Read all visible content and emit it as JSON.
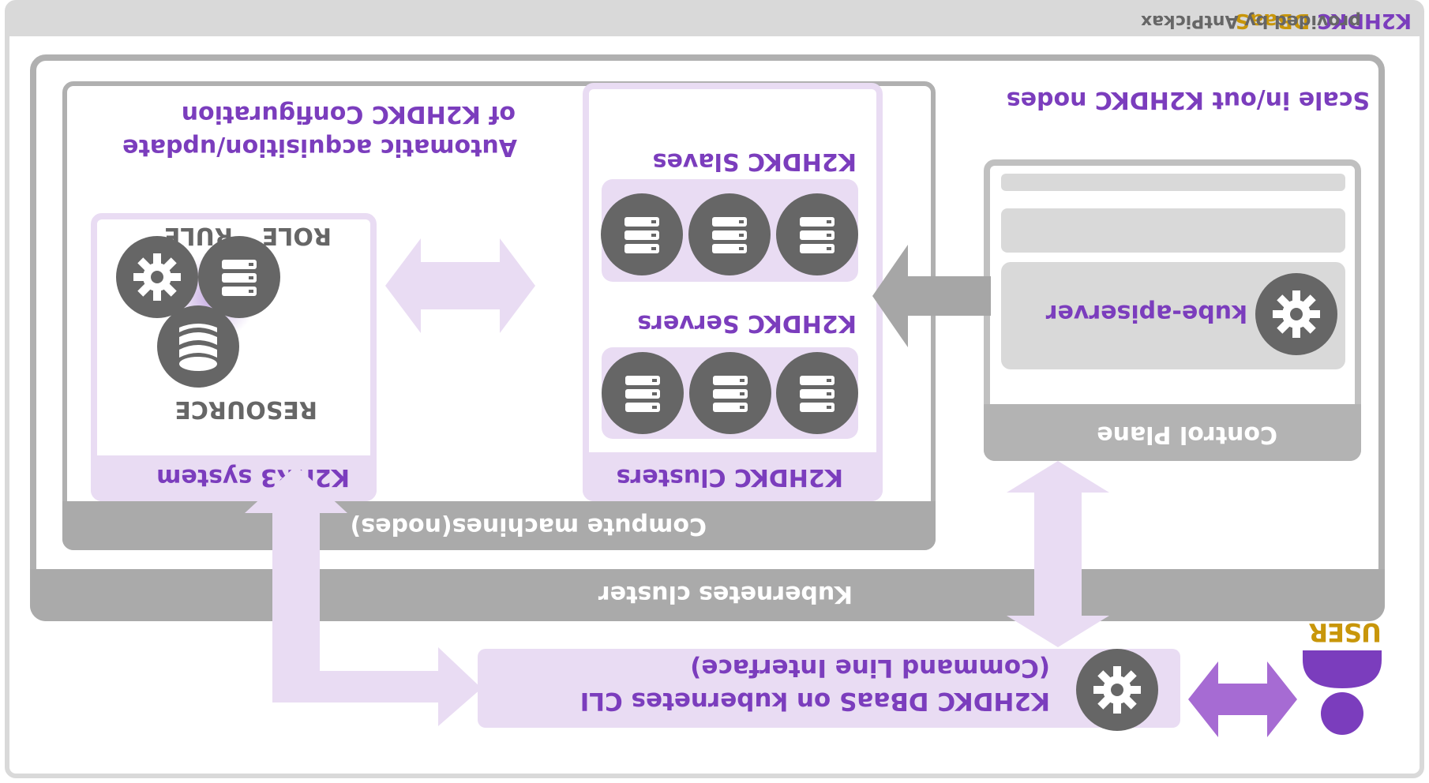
{
  "header": {
    "title_prefix": "K2HDKC",
    "title_suffix": "DBaaS",
    "credit": "provided by AntPickax"
  },
  "kubernetes_cluster": {
    "label": "Kubernetes cluster",
    "scale_label": "Scale in/out K2HDKC nodes"
  },
  "compute_machines": {
    "label": "Compute machines(nodes)"
  },
  "k2hr3": {
    "label": "K2HR3 system",
    "resource_label": "RESOURCE",
    "role_label": "ROLE",
    "rule_label": "RULE",
    "annotation_line1": "Automatic acquisition/update",
    "annotation_line2": "of K2HDKC Configuration"
  },
  "k2hdkc_clusters": {
    "label": "K2HDKC Clusters",
    "servers_label": "K2HDKC Servers",
    "slaves_label": "K2HDKC Slaves"
  },
  "control_plane": {
    "label": "Control Plane",
    "apiserver_label": "kube-apiserver"
  },
  "cli": {
    "line1": "K2HDKC DBaaS on kubernetes CLI",
    "line2": "(Command Line Interface)"
  },
  "user": {
    "label": "USER"
  },
  "colors": {
    "purple": "#7b3dbd",
    "light_purple": "#e9dcf3",
    "gold": "#c8960a",
    "gray": "#a6a6a6",
    "dark_gray": "#666666"
  },
  "icons": {
    "server": "server-icon",
    "gear": "gear-icon",
    "database": "database-icon",
    "user": "user-icon"
  }
}
